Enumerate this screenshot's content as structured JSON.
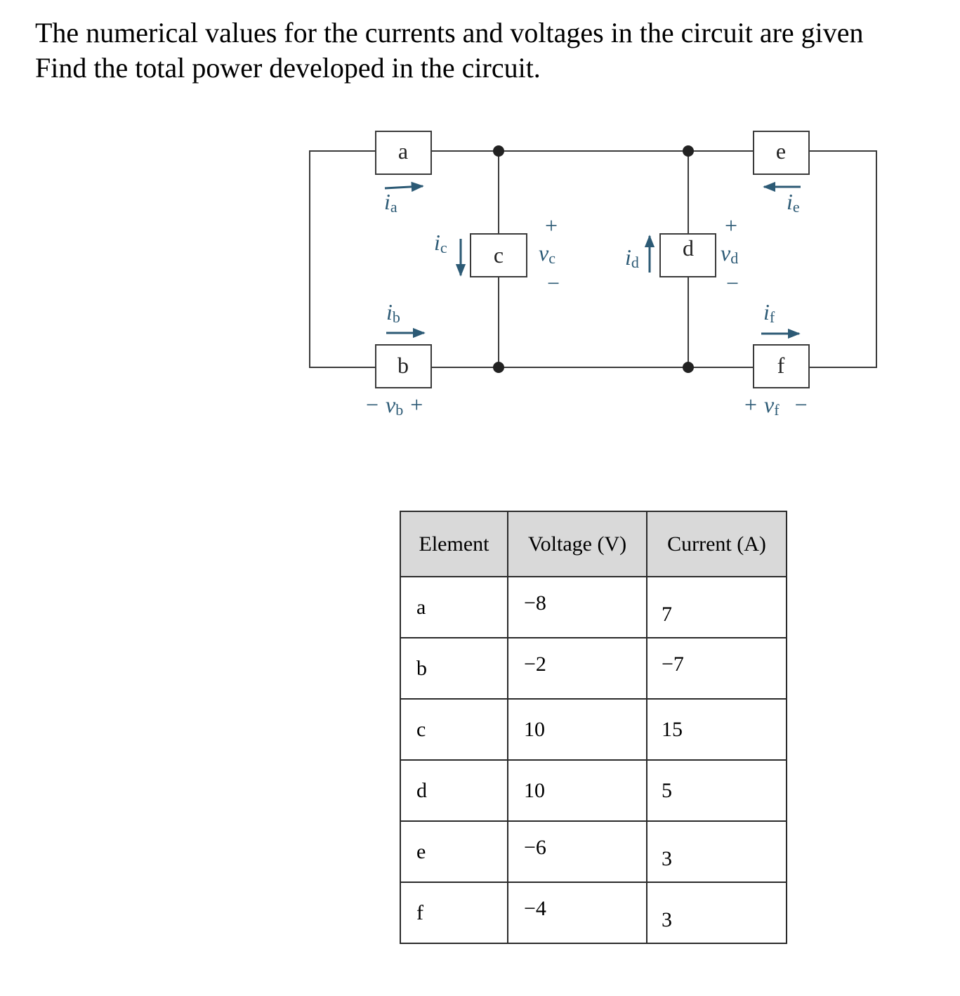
{
  "question": {
    "line1": "The numerical values for the currents and voltages in the circuit are given",
    "line2": "Find the total power developed in the circuit."
  },
  "circuit": {
    "colors": {
      "wire": "#3a3a3a",
      "label": "#2c5a75",
      "arrow": "#2c5a75"
    },
    "elements": {
      "a": "a",
      "b": "b",
      "c": "c",
      "d": "d",
      "e": "e",
      "f": "f"
    },
    "currents": {
      "ia": {
        "sym": "i",
        "sub": "a"
      },
      "ib": {
        "sym": "i",
        "sub": "b"
      },
      "ic": {
        "sym": "i",
        "sub": "c"
      },
      "id": {
        "sym": "i",
        "sub": "d"
      },
      "ie": {
        "sym": "i",
        "sub": "e"
      },
      "if": {
        "sym": "i",
        "sub": "f"
      }
    },
    "voltages": {
      "vb": {
        "sym": "v",
        "sub": "b",
        "minus": "−",
        "plus": "+"
      },
      "vc": {
        "sym": "v",
        "sub": "c",
        "plus": "+",
        "minus": "−"
      },
      "vd": {
        "sym": "v",
        "sub": "d",
        "plus": "+",
        "minus": "−"
      },
      "vf": {
        "sym": "v",
        "sub": "f",
        "plus": "+",
        "minus": "−"
      }
    }
  },
  "table": {
    "headers": [
      "Element",
      "Voltage (V)",
      "Current (A)"
    ],
    "rows": [
      {
        "element": "a",
        "voltage": "−8",
        "current": "7"
      },
      {
        "element": "b",
        "voltage": "−2",
        "current": "−7"
      },
      {
        "element": "c",
        "voltage": "10",
        "current": "15"
      },
      {
        "element": "d",
        "voltage": "10",
        "current": "5"
      },
      {
        "element": "e",
        "voltage": "−6",
        "current": "3"
      },
      {
        "element": "f",
        "voltage": "−4",
        "current": "3"
      }
    ]
  }
}
